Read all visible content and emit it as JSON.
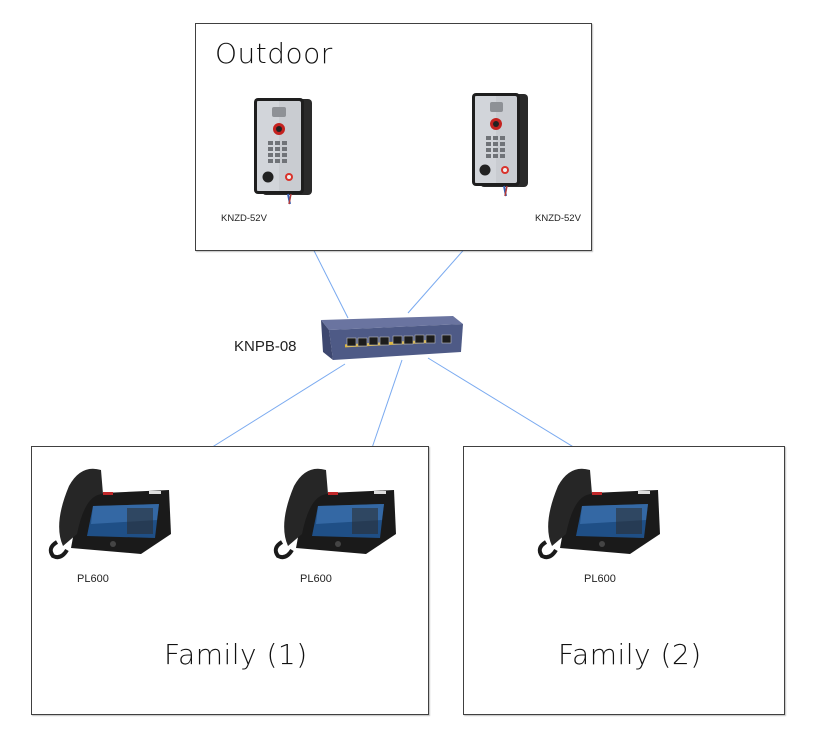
{
  "zones": {
    "outdoor": {
      "title": "Outdoor"
    },
    "family1": {
      "title": "Family (1)"
    },
    "family2": {
      "title": "Family (2)"
    }
  },
  "devices": {
    "doorphone_1": {
      "model": "KNZD-52V",
      "type": "outdoor-intercom-doorphone"
    },
    "doorphone_2": {
      "model": "KNZD-52V",
      "type": "outdoor-intercom-doorphone"
    },
    "switch": {
      "model": "KNPB-08",
      "type": "poe-network-switch"
    },
    "phone_1": {
      "model": "PL600",
      "type": "ip-video-phone"
    },
    "phone_2": {
      "model": "PL600",
      "type": "ip-video-phone"
    },
    "phone_3": {
      "model": "PL600",
      "type": "ip-video-phone"
    }
  },
  "connections": [
    {
      "from": "doorphone_1",
      "to": "switch"
    },
    {
      "from": "doorphone_2",
      "to": "switch"
    },
    {
      "from": "switch",
      "to": "phone_1"
    },
    {
      "from": "switch",
      "to": "phone_2"
    },
    {
      "from": "switch",
      "to": "phone_3"
    }
  ],
  "colors": {
    "link": "#7aaaf0",
    "border": "#404040",
    "switch_body": "#4e5a86",
    "port_strip": "#e0b83a"
  }
}
